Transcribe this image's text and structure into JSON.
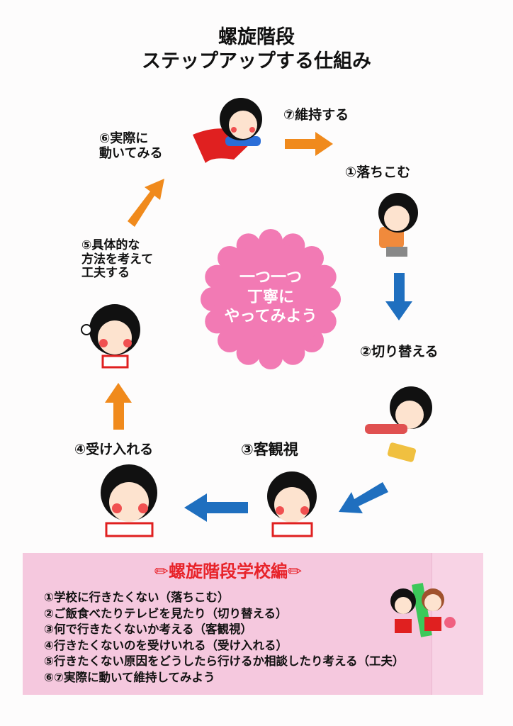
{
  "title": {
    "line1": "螺旋階段",
    "line2": "ステップアップする仕組み"
  },
  "steps": {
    "s1": "①落ちこむ",
    "s2": "②切り替える",
    "s3": "③客観視",
    "s4": "④受け入れる",
    "s5": "⑤具体的な\n方法を考えて\n工夫する",
    "s6": "⑥実際に\n動いてみる",
    "s7": "⑦維持する"
  },
  "center": {
    "text": "一つ一つ\n丁寧に\nやってみよう",
    "color": "#f27ab4"
  },
  "colors": {
    "orange": "#f08a1c",
    "blue": "#1f6fbf",
    "red": "#e8232a",
    "pinkbox": "#f5c8de"
  },
  "school": {
    "heading": "螺旋階段学校編",
    "pencil_icon": "✏",
    "items": [
      "①学校に行きたくない（落ちこむ）",
      "②ご飯食べたりテレビを見たり（切り替える）",
      "③何で行きたくないか考える（客観視）",
      "④行きたくないのを受けいれる（受け入れる）",
      "⑤行きたくない原因をどうしたら行けるか相談したり考える（工夫）",
      "⑥⑦実際に動いて維持してみよう"
    ]
  }
}
